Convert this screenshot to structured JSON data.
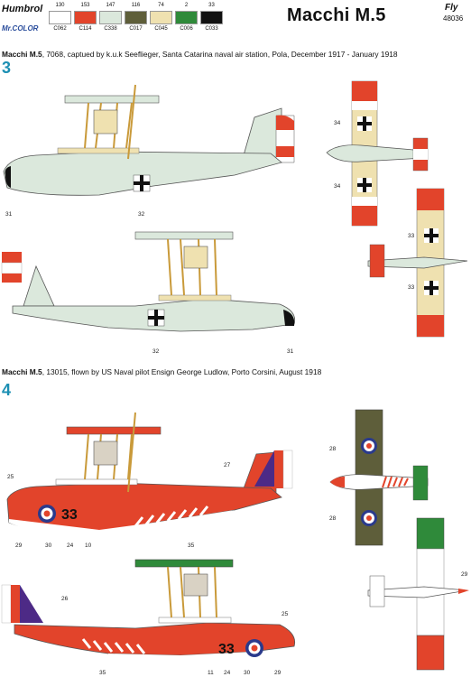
{
  "header": {
    "brand_humbrol": "Humbrol",
    "brand_mrcolor": "Mr.COLOR",
    "title": "Macchi M.5",
    "logo": "Fly",
    "catalog_number": "48036"
  },
  "palette": [
    {
      "humbrol": "130",
      "mrcolor": "C062",
      "color": "#ffffff"
    },
    {
      "humbrol": "153",
      "mrcolor": "C114",
      "color": "#e2442b"
    },
    {
      "humbrol": "147",
      "mrcolor": "C338",
      "color": "#dbe8dc"
    },
    {
      "humbrol": "116",
      "mrcolor": "C017",
      "color": "#5e5e3a"
    },
    {
      "humbrol": "74",
      "mrcolor": "C045",
      "color": "#efe1b0"
    },
    {
      "humbrol": "2",
      "mrcolor": "C006",
      "color": "#2f8a3a"
    },
    {
      "humbrol": "33",
      "mrcolor": "C033",
      "color": "#111111"
    }
  ],
  "section3": {
    "number": "3",
    "caption_bold": "Macchi M.5",
    "caption_rest": ", 7068, captued by k.u.k Seeflieger, Santa Catarina naval air station, Pola, December 1917 - January 1918",
    "callouts": {
      "c31a": "31",
      "c32a": "32",
      "c32b": "32",
      "c31b": "31",
      "c34a": "34",
      "c34b": "34",
      "c33a": "33",
      "c33b": "33"
    }
  },
  "section4": {
    "number": "4",
    "caption_bold": "Macchi M.5",
    "caption_rest": ", 13015, flown by US Naval pilot  Ensign George Ludlow, Porto Corsini, August 1918",
    "hull_number": "33",
    "callouts": {
      "c25a": "25",
      "c27": "27",
      "c29a": "29",
      "c30a": "30",
      "c24a": "24",
      "c10": "10",
      "c35a": "35",
      "c28a": "28",
      "c28b": "28",
      "c29b": "29",
      "c26": "26",
      "c25b": "25",
      "c35b": "35",
      "c11": "11",
      "c24b": "24",
      "c30b": "30",
      "c29c": "29"
    }
  }
}
